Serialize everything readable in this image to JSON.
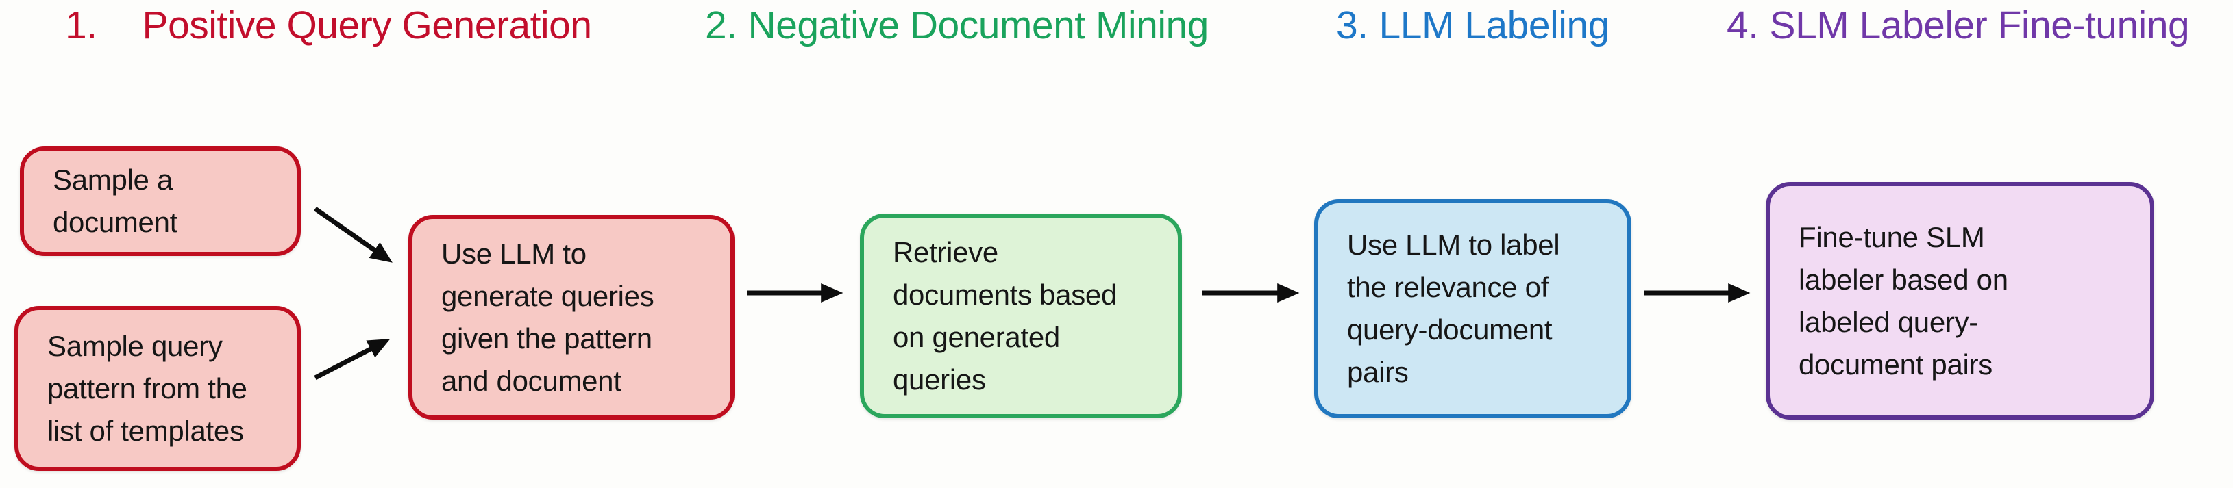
{
  "figure": {
    "background": "#fdfdfb",
    "text_color": "#161616",
    "arrow_color": "#0d0d0d",
    "steps": [
      {
        "number": "1.",
        "label": "Positive Query Generation",
        "color": "#c20e2c"
      },
      {
        "number": "2.",
        "label": "Negative Document Mining",
        "color": "#1aa35c"
      },
      {
        "number": "3.",
        "label": "LLM Labeling",
        "color": "#1e78c8"
      },
      {
        "number": "4.",
        "label": "SLM Labeler Fine-tuning",
        "color": "#7038a8"
      }
    ],
    "boxes": [
      {
        "name": "sample-a-document",
        "text": "Sample a\ndocument",
        "fill": "#f7c9c5",
        "border": "#bf0d1f"
      },
      {
        "name": "sample-query-pattern",
        "text": "Sample query\npattern from the\nlist of templates",
        "fill": "#f7c9c5",
        "border": "#bf0d1f"
      },
      {
        "name": "use-llm-generate-queries",
        "text": "Use LLM to\ngenerate queries\ngiven the pattern\nand document",
        "fill": "#f7c9c5",
        "border": "#bf0d1f"
      },
      {
        "name": "retrieve-documents",
        "text": "Retrieve\ndocuments based\non generated\nqueries",
        "fill": "#def3d7",
        "border": "#2ba65c"
      },
      {
        "name": "use-llm-label-relevance",
        "text": "Use LLM to label\nthe relevance of\nquery-document\npairs",
        "fill": "#cde7f4",
        "border": "#2177bf"
      },
      {
        "name": "fine-tune-slm-labeler",
        "text": "Fine-tune SLM\nlabeler based on\nlabeled query-\ndocument pairs",
        "fill": "#f2dbf3",
        "border": "#5b3292"
      }
    ]
  }
}
